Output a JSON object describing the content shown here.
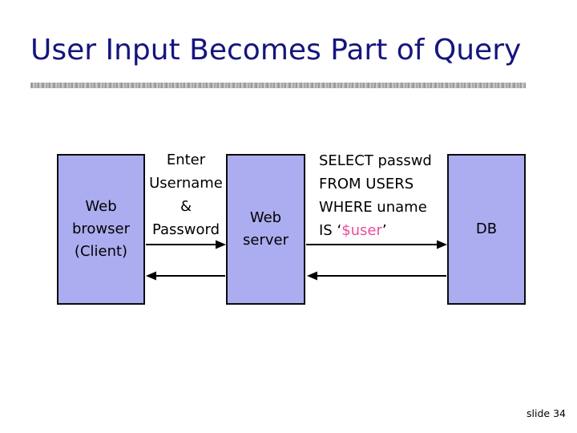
{
  "slide": {
    "title": "User Input Becomes Part of Query",
    "slide_number": "slide 34"
  },
  "diagram": {
    "boxes": [
      {
        "id": "web-browser",
        "label": "Web\nbrowser\n(Client)"
      },
      {
        "id": "web-server",
        "label": "Web\nserver"
      },
      {
        "id": "db",
        "label": "DB"
      }
    ],
    "credentials_label": "Enter\nUsername\n&\nPassword",
    "query": {
      "lines": [
        "SELECT passwd",
        "FROM USERS",
        "WHERE uname"
      ],
      "last_line_prefix": "IS ‘",
      "variable": "$user",
      "last_line_suffix": "’"
    },
    "arrows": [
      {
        "name": "browser-to-server-request"
      },
      {
        "name": "server-to-browser-response"
      },
      {
        "name": "server-to-db-query"
      },
      {
        "name": "db-to-server-result"
      }
    ]
  },
  "colors": {
    "title": "#15157E",
    "box_fill": "#ACACF0",
    "box_border": "#0b0b0b",
    "variable_pink": "#EE4C9C",
    "arrow": "#000000",
    "divider_gray": "#bdbdbd"
  }
}
